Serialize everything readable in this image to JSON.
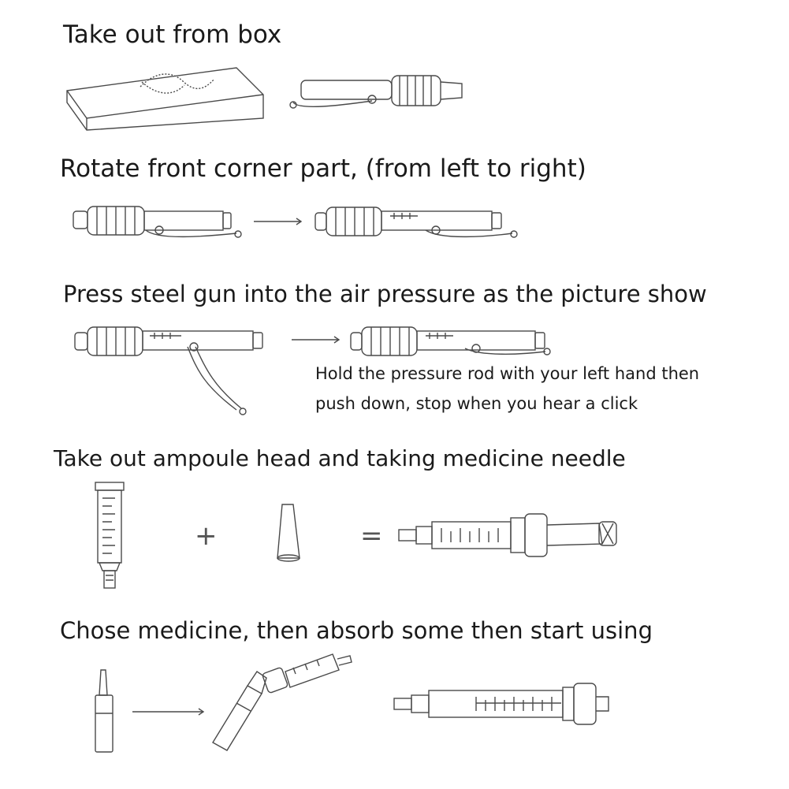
{
  "steps": [
    {
      "title": "Take out from box"
    },
    {
      "title": "Rotate front corner part, (from left to right)"
    },
    {
      "title": "Press steel gun into the air pressure as the picture show",
      "note_line1": "Hold the pressure rod with your left hand then",
      "note_line2": "push down, stop when you hear a click"
    },
    {
      "title": "Take out ampoule head and taking medicine needle",
      "plus": "+",
      "equals": "="
    },
    {
      "title": "Chose medicine, then absorb some then start using"
    }
  ],
  "icons": [
    "box-icon",
    "pen-injector-icon",
    "arrow-icon",
    "ampoule-icon",
    "needle-cap-icon",
    "syringe-icon",
    "vial-icon"
  ]
}
